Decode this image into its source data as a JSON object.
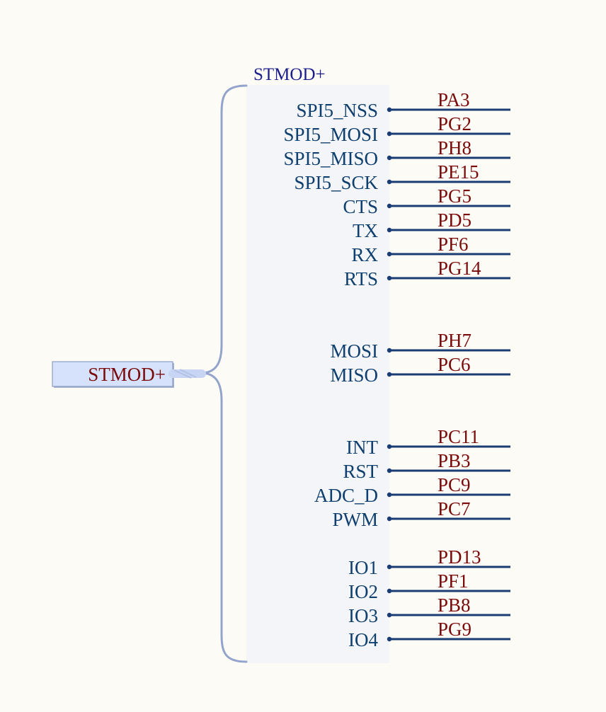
{
  "bus": {
    "title": "STMOD+",
    "port_label": "STMOD+",
    "colors": {
      "pin_label": "#0f3f6e",
      "net_label": "#7a0a0a",
      "title": "#1b1f8a",
      "wire": "#1a3c74",
      "brace": "#93a4cc",
      "body_fill": "#f3f5f8",
      "port_fill": "#d6e2fb",
      "port_stroke": "#7b8db8"
    },
    "groups": [
      {
        "pins": [
          {
            "pin": "SPI5_NSS",
            "net": "PA3"
          },
          {
            "pin": "SPI5_MOSI",
            "net": "PG2"
          },
          {
            "pin": "SPI5_MISO",
            "net": "PH8"
          },
          {
            "pin": "SPI5_SCK",
            "net": "PE15"
          },
          {
            "pin": "CTS",
            "net": "PG5"
          },
          {
            "pin": "TX",
            "net": "PD5"
          },
          {
            "pin": "RX",
            "net": "PF6"
          },
          {
            "pin": "RTS",
            "net": "PG14"
          }
        ]
      },
      {
        "pins": [
          {
            "pin": "MOSI",
            "net": "PH7"
          },
          {
            "pin": "MISO",
            "net": "PC6"
          }
        ]
      },
      {
        "pins": [
          {
            "pin": "INT",
            "net": "PC11"
          },
          {
            "pin": "RST",
            "net": "PB3"
          },
          {
            "pin": "ADC_D",
            "net": "PC9"
          },
          {
            "pin": "PWM",
            "net": "PC7"
          }
        ]
      },
      {
        "pins": [
          {
            "pin": "IO1",
            "net": "PD13"
          },
          {
            "pin": "IO2",
            "net": "PF1"
          },
          {
            "pin": "IO3",
            "net": "PB8"
          },
          {
            "pin": "IO4",
            "net": "PG9"
          }
        ]
      }
    ]
  }
}
